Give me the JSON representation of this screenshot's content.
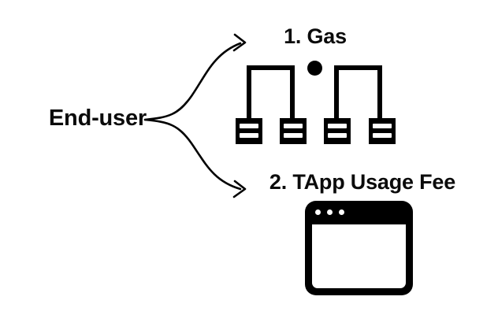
{
  "diagram": {
    "title": "",
    "background_color": "#ffffff",
    "stroke_color": "#000000",
    "text_color": "#0b0b0b",
    "source": {
      "label": "End-user",
      "name": "end-user-node"
    },
    "branches": [
      {
        "id": "gas",
        "title": "1. Gas",
        "icon": "network-nodes-icon",
        "arrow": "curved-arrow-up",
        "nodes": [
          {
            "label": "",
            "name": "network-node-1"
          },
          {
            "label": "",
            "name": "network-node-2"
          },
          {
            "label": "",
            "name": "network-node-3"
          },
          {
            "label": "",
            "name": "network-node-4"
          }
        ]
      },
      {
        "id": "tapp-usage-fee",
        "title": "2. TApp Usage Fee",
        "icon": "browser-window-icon",
        "arrow": "curved-arrow-down",
        "window": {
          "titlebar_dots": 3
        }
      }
    ]
  }
}
